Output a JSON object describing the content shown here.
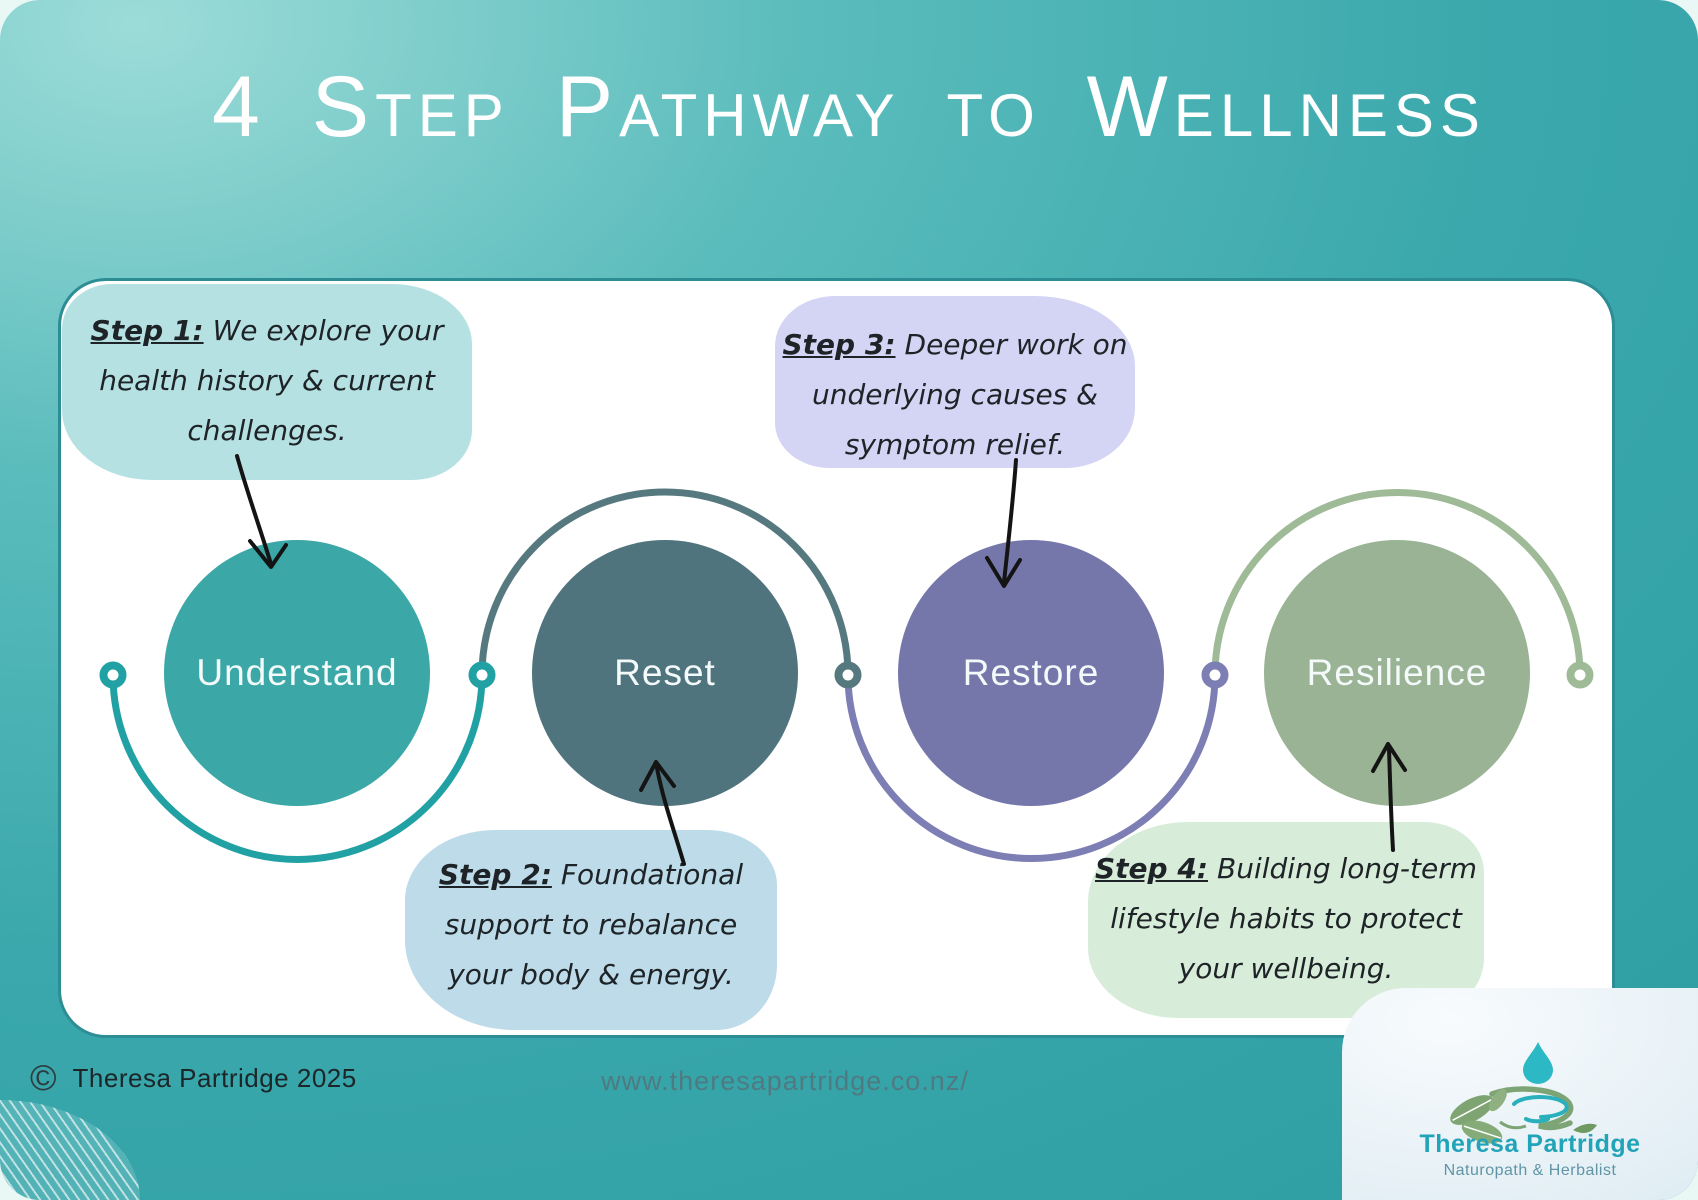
{
  "title": "4 Step Pathway to Wellness",
  "steps": [
    {
      "step_label": "Step 1:",
      "description": "We explore your health history & current challenges.",
      "circle_label": "Understand",
      "bubble_color": "#b6e1e3",
      "circle_color": "#3ba7a7",
      "arc_color": "#21a1a3"
    },
    {
      "step_label": "Step 2:",
      "description": "Foundational support to rebalance your body & energy.",
      "circle_label": "Reset",
      "bubble_color": "#bddbe9",
      "circle_color": "#50747e",
      "arc_color": "#56797f"
    },
    {
      "step_label": "Step 3:",
      "description": "Deeper work on underlying causes & symptom relief.",
      "circle_label": "Restore",
      "bubble_color": "#d4d4f4",
      "circle_color": "#7577ab",
      "arc_color": "#7d7eb3"
    },
    {
      "step_label": "Step 4:",
      "description": "Building long-term lifestyle habits to protect your wellbeing.",
      "circle_label": "Resilience",
      "bubble_color": "#d8ecda",
      "circle_color": "#99b394",
      "arc_color": "#9eba97"
    }
  ],
  "footer": {
    "copyright_symbol": "©",
    "copyright_text": "Theresa Partridge 2025",
    "website": "www.theresapartridge.co.nz/"
  },
  "logo": {
    "name": "Theresa Partridge",
    "tagline": "Naturopath & Herbalist",
    "droplet_color": "#2cb8c4",
    "leaf_color": "#7da471"
  },
  "colors": {
    "page_background_light": "#9cdcd8",
    "page_background_dark": "#2f9fa4",
    "card_background": "#ffffff",
    "card_border": "#2d8d94",
    "title_color": "#ffffff",
    "arrow_color": "#141414"
  }
}
